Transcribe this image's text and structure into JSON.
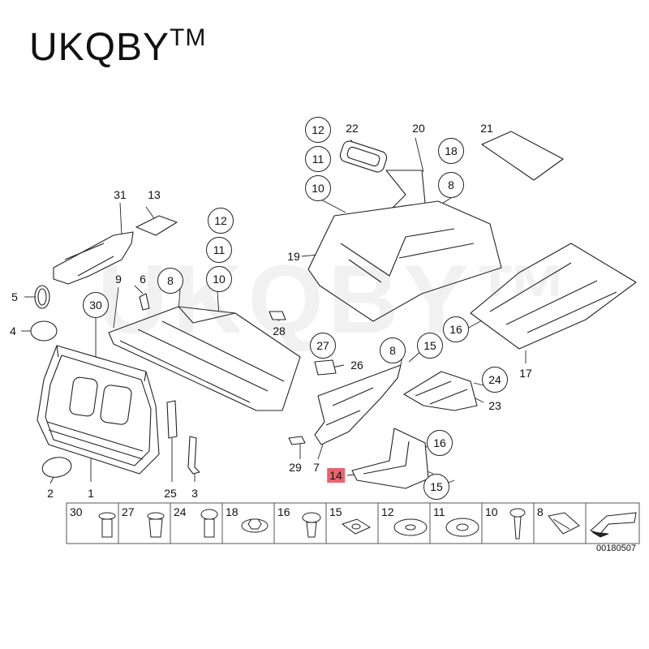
{
  "brand": {
    "name": "UKQBY",
    "mark": "TM"
  },
  "watermark": "UKQBY™",
  "diagram_id": "00180507",
  "callouts": [
    {
      "id": "c12a",
      "label": "12",
      "circled": true
    },
    {
      "id": "c22",
      "label": "22",
      "circled": false
    },
    {
      "id": "c20",
      "label": "20",
      "circled": false
    },
    {
      "id": "c21",
      "label": "21",
      "circled": false
    },
    {
      "id": "c11a",
      "label": "11",
      "circled": true
    },
    {
      "id": "c18",
      "label": "18",
      "circled": true
    },
    {
      "id": "c10a",
      "label": "10",
      "circled": true
    },
    {
      "id": "c8a",
      "label": "8",
      "circled": true
    },
    {
      "id": "c31",
      "label": "31",
      "circled": false
    },
    {
      "id": "c13",
      "label": "13",
      "circled": false
    },
    {
      "id": "c12b",
      "label": "12",
      "circled": true
    },
    {
      "id": "c19",
      "label": "19",
      "circled": false
    },
    {
      "id": "c11b",
      "label": "11",
      "circled": true
    },
    {
      "id": "c5",
      "label": "5",
      "circled": false
    },
    {
      "id": "c9",
      "label": "9",
      "circled": false
    },
    {
      "id": "c6",
      "label": "6",
      "circled": false
    },
    {
      "id": "c8b",
      "label": "8",
      "circled": true
    },
    {
      "id": "c10b",
      "label": "10",
      "circled": true
    },
    {
      "id": "c30",
      "label": "30",
      "circled": true
    },
    {
      "id": "c4",
      "label": "4",
      "circled": false
    },
    {
      "id": "c28",
      "label": "28",
      "circled": false
    },
    {
      "id": "c16a",
      "label": "16",
      "circled": true
    },
    {
      "id": "c27",
      "label": "27",
      "circled": true
    },
    {
      "id": "c8c",
      "label": "8",
      "circled": true
    },
    {
      "id": "c15a",
      "label": "15",
      "circled": true
    },
    {
      "id": "c26",
      "label": "26",
      "circled": false
    },
    {
      "id": "c17",
      "label": "17",
      "circled": false
    },
    {
      "id": "c24",
      "label": "24",
      "circled": true
    },
    {
      "id": "c23",
      "label": "23",
      "circled": false
    },
    {
      "id": "c16b",
      "label": "16",
      "circled": true
    },
    {
      "id": "c29",
      "label": "29",
      "circled": false
    },
    {
      "id": "c7",
      "label": "7",
      "circled": false
    },
    {
      "id": "c14",
      "label": "14",
      "circled": false,
      "highlight": true
    },
    {
      "id": "c15b",
      "label": "15",
      "circled": true
    },
    {
      "id": "c2",
      "label": "2",
      "circled": false
    },
    {
      "id": "c1",
      "label": "1",
      "circled": false
    },
    {
      "id": "c25",
      "label": "25",
      "circled": false
    },
    {
      "id": "c3",
      "label": "3",
      "circled": false
    }
  ],
  "fastener_strip": [
    {
      "label": "30",
      "icon": "push-rivet-icon"
    },
    {
      "label": "27",
      "icon": "expanding-rivet-icon"
    },
    {
      "label": "24",
      "icon": "plastic-rivet-icon"
    },
    {
      "label": "18",
      "icon": "hex-nut-icon"
    },
    {
      "label": "16",
      "icon": "flange-screw-icon"
    },
    {
      "label": "15",
      "icon": "square-nut-icon"
    },
    {
      "label": "12",
      "icon": "washer-icon"
    },
    {
      "label": "11",
      "icon": "spring-nut-icon"
    },
    {
      "label": "10",
      "icon": "torx-screw-icon"
    },
    {
      "label": "8",
      "icon": "clip-nut-icon"
    },
    {
      "label": "",
      "icon": "direction-arrow-icon"
    }
  ],
  "colors": {
    "line": "#222222",
    "highlight": "#e8636b",
    "strip_border": "#555555"
  }
}
